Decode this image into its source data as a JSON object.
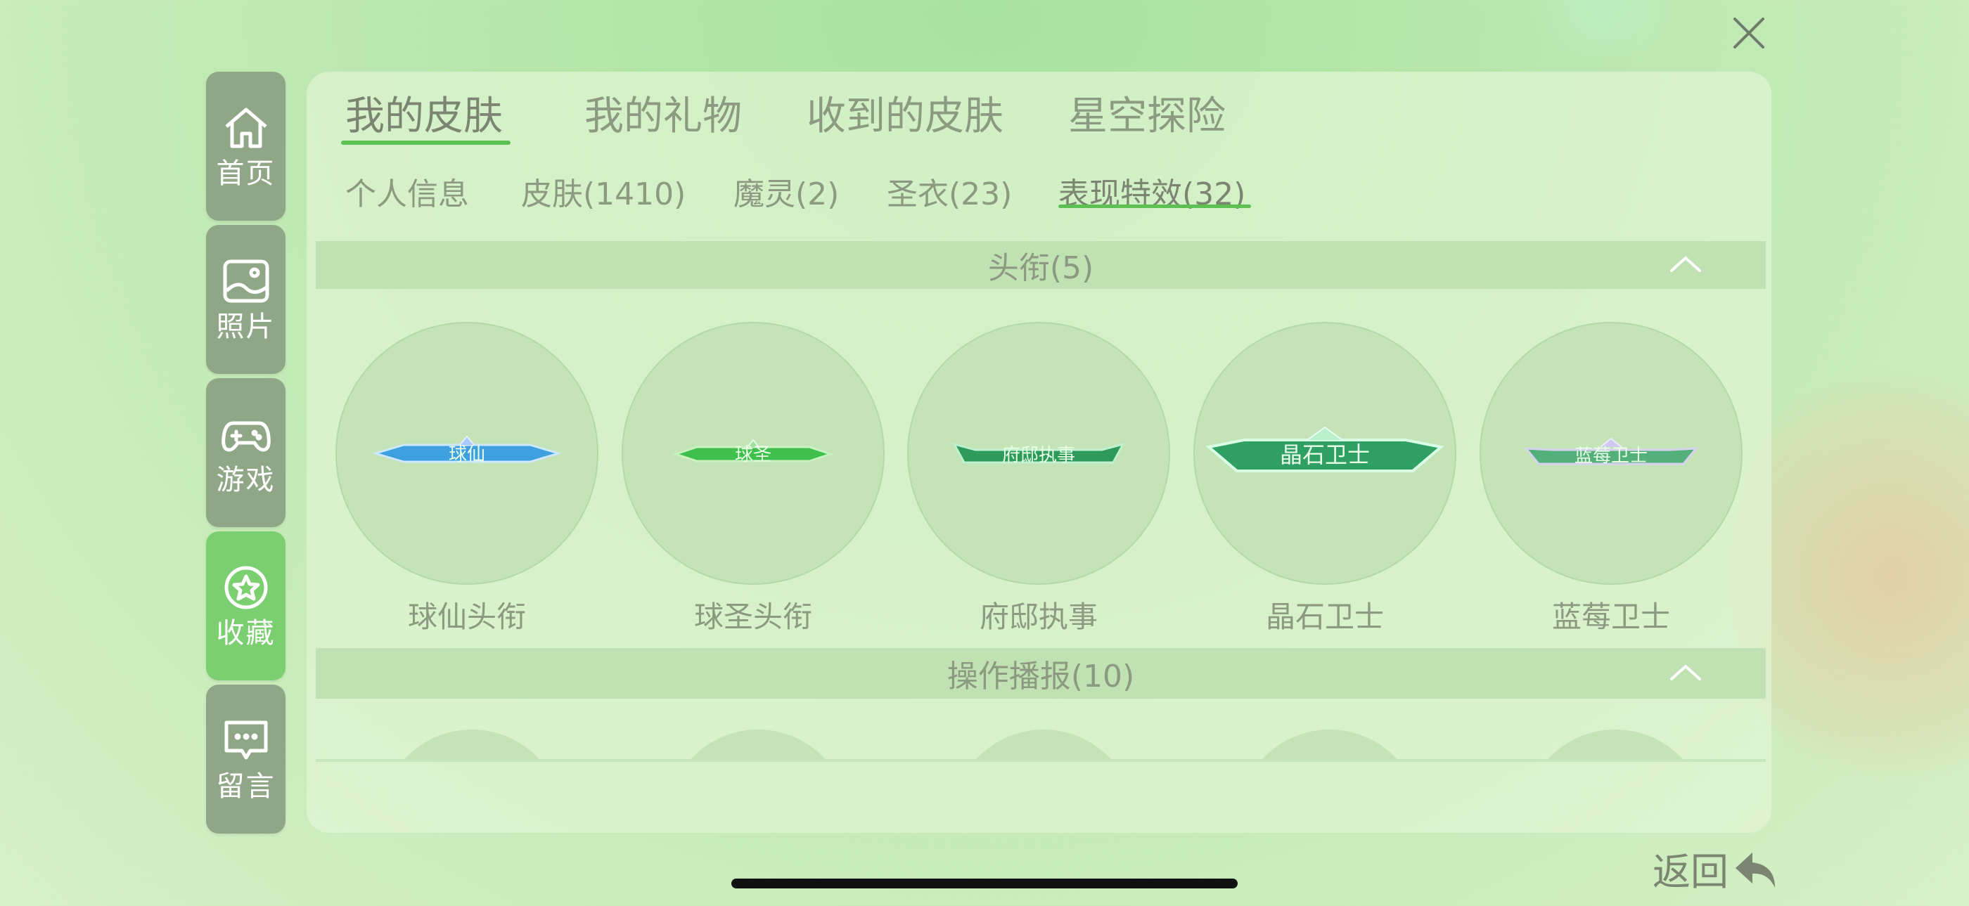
{
  "sidebar": {
    "items": [
      {
        "label": "首页",
        "icon": "home-icon",
        "active": false
      },
      {
        "label": "照片",
        "icon": "photo-icon",
        "active": false
      },
      {
        "label": "游戏",
        "icon": "gamepad-icon",
        "active": false
      },
      {
        "label": "收藏",
        "icon": "star-icon",
        "active": true
      },
      {
        "label": "留言",
        "icon": "message-icon",
        "active": false
      }
    ]
  },
  "tabs": [
    {
      "label": "我的皮肤",
      "active": true
    },
    {
      "label": "我的礼物",
      "active": false
    },
    {
      "label": "收到的皮肤",
      "active": false
    },
    {
      "label": "星空探险",
      "active": false
    }
  ],
  "subtabs": [
    {
      "label": "个人信息",
      "active": false
    },
    {
      "label": "皮肤(1410)",
      "active": false
    },
    {
      "label": "魔灵(2)",
      "active": false
    },
    {
      "label": "圣衣(23)",
      "active": false
    },
    {
      "label": "表现特效(32)",
      "active": true
    }
  ],
  "sections": [
    {
      "title": "头衔(5)",
      "items": [
        {
          "label": "球仙头衔",
          "badge_text": "球仙",
          "badge_color": "#3fa0e0"
        },
        {
          "label": "球圣头衔",
          "badge_text": "球圣",
          "badge_color": "#3fbf4c"
        },
        {
          "label": "府邸执事",
          "badge_text": "府邸执事",
          "badge_color": "#2e9a5a"
        },
        {
          "label": "晶石卫士",
          "badge_text": "晶石卫士",
          "badge_color": "#2f9f63"
        },
        {
          "label": "蓝莓卫士",
          "badge_text": "蓝莓卫士",
          "badge_color": "#54b07a"
        }
      ]
    },
    {
      "title": "操作播报(10)"
    }
  ],
  "back": {
    "label": "返回"
  },
  "colors": {
    "accent": "#5cc052",
    "sidebar": "#8fa787",
    "sidebar_active": "#7ccf70"
  }
}
